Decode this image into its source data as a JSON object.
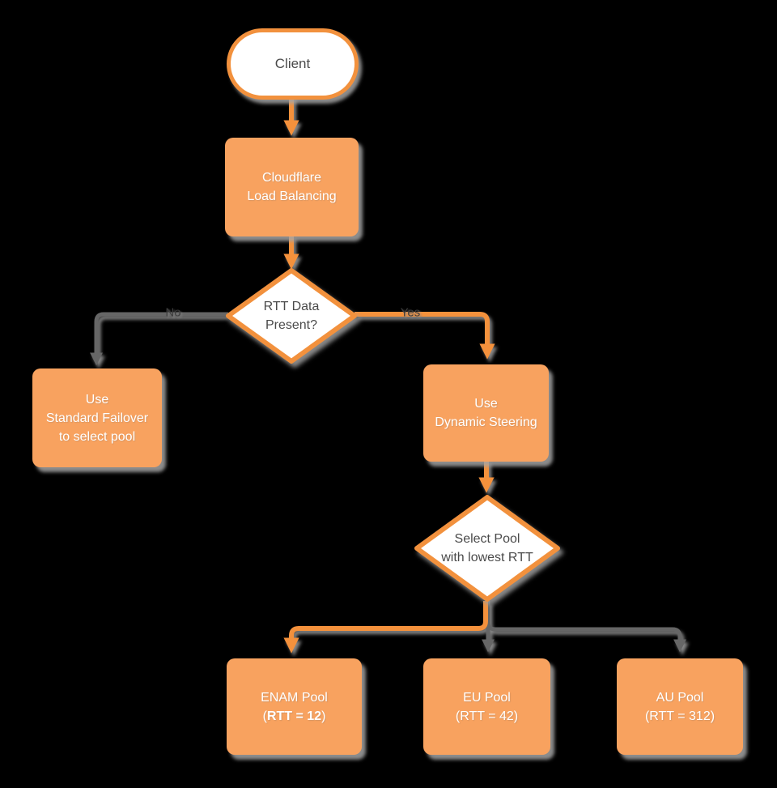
{
  "diagram": {
    "background": "#000000",
    "colors": {
      "node_fill": "#F8A25F",
      "node_stroke": "#F2913D",
      "connector_orange": "#F4913C",
      "connector_gray": "#666666",
      "shadow_gray": "#A5A5A5",
      "text_on_orange": "#FFFFFF",
      "text_dark": "#4A4A4A"
    },
    "nodes": {
      "client": {
        "label": "Client"
      },
      "cloudflare_lb": {
        "label": "Cloudflare\nLoad Balancing"
      },
      "rtt_decision": {
        "label": "RTT Data\nPresent?"
      },
      "standard_failover": {
        "label": "Use\nStandard Failover\nto select pool"
      },
      "dynamic_steering": {
        "label": "Use\nDynamic Steering"
      },
      "select_pool": {
        "label": "Select Pool\nwith lowest RTT"
      },
      "enam_pool": {
        "line1": "ENAM Pool",
        "paren_open": "(",
        "rtt_bold": "RTT = 12",
        "paren_close": ")"
      },
      "eu_pool": {
        "line1": "EU Pool",
        "line2": "(RTT = 42)"
      },
      "au_pool": {
        "line1": "AU Pool",
        "line2": "(RTT = 312)"
      }
    },
    "edge_labels": {
      "no": "No",
      "yes": "Yes"
    }
  }
}
